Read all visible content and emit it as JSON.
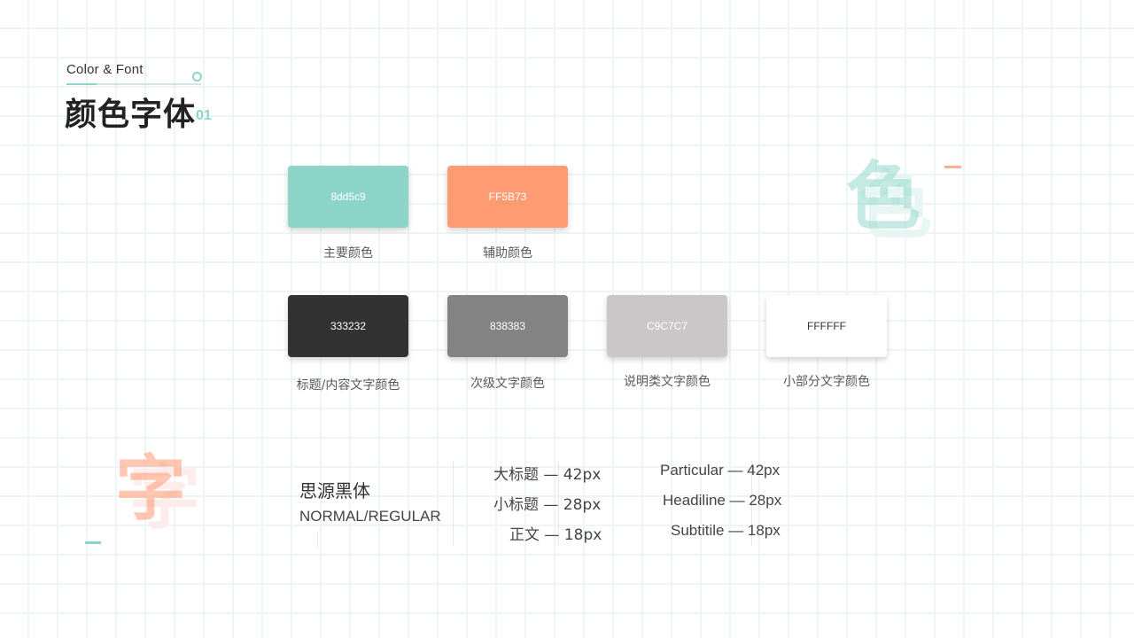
{
  "header": {
    "subtitle": "Color & Font",
    "title": "颜色字体",
    "number": "01"
  },
  "decor": {
    "color_char": "色",
    "font_char": "字"
  },
  "accent_colors": {
    "teal": "#8dd5c9",
    "orange": "#FF9B73"
  },
  "swatches_row1": [
    {
      "hex": "8dd5c9",
      "color": "#8dd5c9",
      "label": "主要颜色"
    },
    {
      "hex": "FF5B73",
      "color": "#FF9B73",
      "label": "辅助颜色"
    }
  ],
  "swatches_row2": [
    {
      "hex": "333232",
      "color": "#333232",
      "label": "标题/内容文字颜色"
    },
    {
      "hex": "838383",
      "color": "#838383",
      "label": "次级文字颜色"
    },
    {
      "hex": "C9C7C7",
      "color": "#C9C7C7",
      "label": "说明类文字颜色"
    },
    {
      "hex": "FFFFFF",
      "color": "#FFFFFF",
      "label": "小部分文字颜色"
    }
  ],
  "font": {
    "name": "思源黑体",
    "weight": "NORMAL/REGULAR",
    "sizes_cn": [
      "大标题 — 42px",
      "小标题 — 28px",
      "正文 — 18px"
    ],
    "sizes_en": [
      "Particular — 42px",
      "Headiline — 28px",
      "Subtitile — 18px"
    ]
  }
}
